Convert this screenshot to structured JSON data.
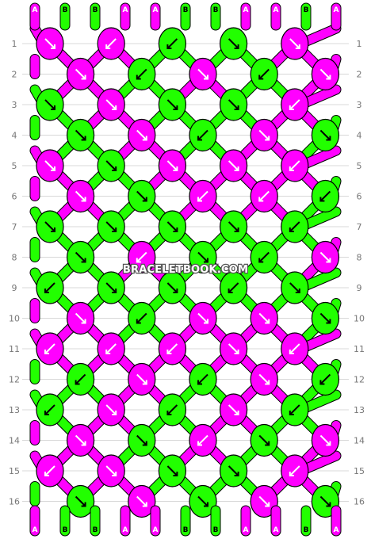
{
  "watermark": "BRACELETBOOK.COM",
  "colors": {
    "A": "#ff00ff",
    "B": "#22ff00",
    "outline": "#000000",
    "grid": "#d8d8d8"
  },
  "strands_top": [
    "A",
    "B",
    "B",
    "A",
    "A",
    "B",
    "B",
    "A",
    "A",
    "B",
    "A"
  ],
  "strands_bottom": [
    "A",
    "B",
    "B",
    "A",
    "A",
    "B",
    "B",
    "A",
    "A",
    "B",
    "A"
  ],
  "row_labels": [
    "1",
    "2",
    "3",
    "4",
    "5",
    "6",
    "7",
    "8",
    "9",
    "10",
    "11",
    "12",
    "13",
    "14",
    "15",
    "16"
  ],
  "knots": [
    [
      "A:fwd",
      "A:bwd",
      "B:bwd",
      "B:fwd",
      "A:fwd"
    ],
    [
      "A:fwd",
      "B:bwd",
      "A:fwd",
      "B:bwd",
      "A:fwd"
    ],
    [
      "B:fwd",
      "A:fwd",
      "B:fwd",
      "B:fwd",
      "A:bwd"
    ],
    [
      "B:fwd",
      "A:fwd",
      "B:bwd",
      "A:fwd",
      "B:fwd"
    ],
    [
      "A:fwd",
      "B:fwd",
      "A:fwd",
      "A:fwd",
      "A:bwd"
    ],
    [
      "A:fwd",
      "B:fwd",
      "A:bwd",
      "A:bwd",
      "B:bwd"
    ],
    [
      "B:fwd",
      "B:fwd",
      "B:fwd",
      "B:fwd",
      "B:bwd"
    ],
    [
      "B:fwd",
      "A:bwd",
      "B:fwd",
      "B:bwd",
      "A:fwd"
    ],
    [
      "B:bwd",
      "B:fwd",
      "B:fwd",
      "B:bwd",
      "B:fwd"
    ],
    [
      "A:fwd",
      "B:bwd",
      "A:fwd",
      "A:fwd",
      "B:fwd"
    ],
    [
      "A:bwd",
      "A:bwd",
      "A:bwd",
      "A:fwd",
      "A:bwd"
    ],
    [
      "B:bwd",
      "A:fwd",
      "B:bwd",
      "A:fwd",
      "B:bwd"
    ],
    [
      "B:bwd",
      "A:fwd",
      "B:bwd",
      "A:fwd",
      "B:bwd"
    ],
    [
      "A:fwd",
      "B:fwd",
      "A:bwd",
      "B:fwd",
      "A:fwd"
    ],
    [
      "A:bwd",
      "A:fwd",
      "B:fwd",
      "B:fwd",
      "A:bwd"
    ],
    [
      "B:fwd",
      "A:fwd",
      "B:fwd",
      "A:fwd",
      "B:fwd"
    ]
  ]
}
